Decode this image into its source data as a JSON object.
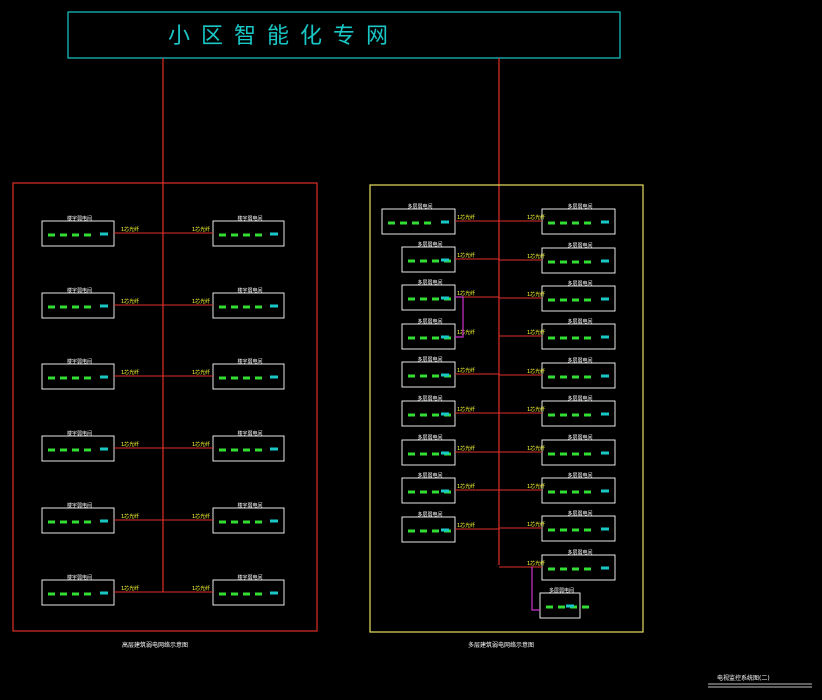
{
  "title": "小 区 智 能 化 专 网",
  "colors": {
    "background": "#000000",
    "title_border": "#19c7c7",
    "title_text": "#19c7c7",
    "trunk_line": "#e0302a",
    "left_frame": "#e0302a",
    "right_frame": "#e8e060",
    "box": "#ffffff",
    "fiber_label": "#ffff33",
    "device": "#33dd33",
    "port": "#19c7c7",
    "bypass_line": "#cc33cc"
  },
  "left_panel": {
    "caption": "高层建筑弱电网络示意图",
    "rows": [
      {
        "left_label": "楼宇弱电间",
        "left_link": "1芯光纤",
        "right_link": "1芯光纤",
        "right_label": "楼宇弱电间"
      },
      {
        "left_label": "楼宇弱电间",
        "left_link": "1芯光纤",
        "right_link": "1芯光纤",
        "right_label": "楼宇弱电间"
      },
      {
        "left_label": "楼宇弱电间",
        "left_link": "1芯光纤",
        "right_link": "1芯光纤",
        "right_label": "楼宇弱电间"
      },
      {
        "left_label": "楼宇弱电间",
        "left_link": "1芯光纤",
        "right_link": "1芯光纤",
        "right_label": "楼宇弱电间"
      },
      {
        "left_label": "楼宇弱电间",
        "left_link": "1芯光纤",
        "right_link": "1芯光纤",
        "right_label": "楼宇弱电间"
      },
      {
        "left_label": "楼宇弱电间",
        "left_link": "1芯光纤",
        "right_link": "1芯光纤",
        "right_label": "楼宇弱电间"
      }
    ]
  },
  "right_panel": {
    "caption": "多层建筑弱电网络示意图",
    "left_boxes": [
      {
        "label": "多层弱电间",
        "link": "1芯光纤"
      },
      {
        "label": "多层弱电间",
        "link": "1芯光纤"
      },
      {
        "label": "多层弱电间",
        "link": "1芯光纤"
      },
      {
        "label": "多层弱电间",
        "link": "1芯光纤"
      },
      {
        "label": "多层弱电间",
        "link": "1芯光纤"
      },
      {
        "label": "多层弱电间",
        "link": "1芯光纤"
      },
      {
        "label": "多层弱电间",
        "link": "1芯光纤"
      },
      {
        "label": "多层弱电间",
        "link": "1芯光纤"
      },
      {
        "label": "多层弱电间",
        "link": "1芯光纤"
      }
    ],
    "right_boxes": [
      {
        "label": "多层弱电间",
        "link": "1芯光纤"
      },
      {
        "label": "多层弱电间",
        "link": "1芯光纤"
      },
      {
        "label": "多层弱电间",
        "link": "1芯光纤"
      },
      {
        "label": "多层弱电间",
        "link": "1芯光纤"
      },
      {
        "label": "多层弱电间",
        "link": "1芯光纤"
      },
      {
        "label": "多层弱电间",
        "link": "1芯光纤"
      },
      {
        "label": "多层弱电间",
        "link": "1芯光纤"
      },
      {
        "label": "多层弱电间",
        "link": "1芯光纤"
      },
      {
        "label": "多层弱电间",
        "link": "1芯光纤"
      },
      {
        "label": "多层弱电间",
        "link": "1芯光纤"
      }
    ],
    "extra_box_label": "多层弱电间"
  },
  "drawing_caption": "电视监控系统图(二)"
}
